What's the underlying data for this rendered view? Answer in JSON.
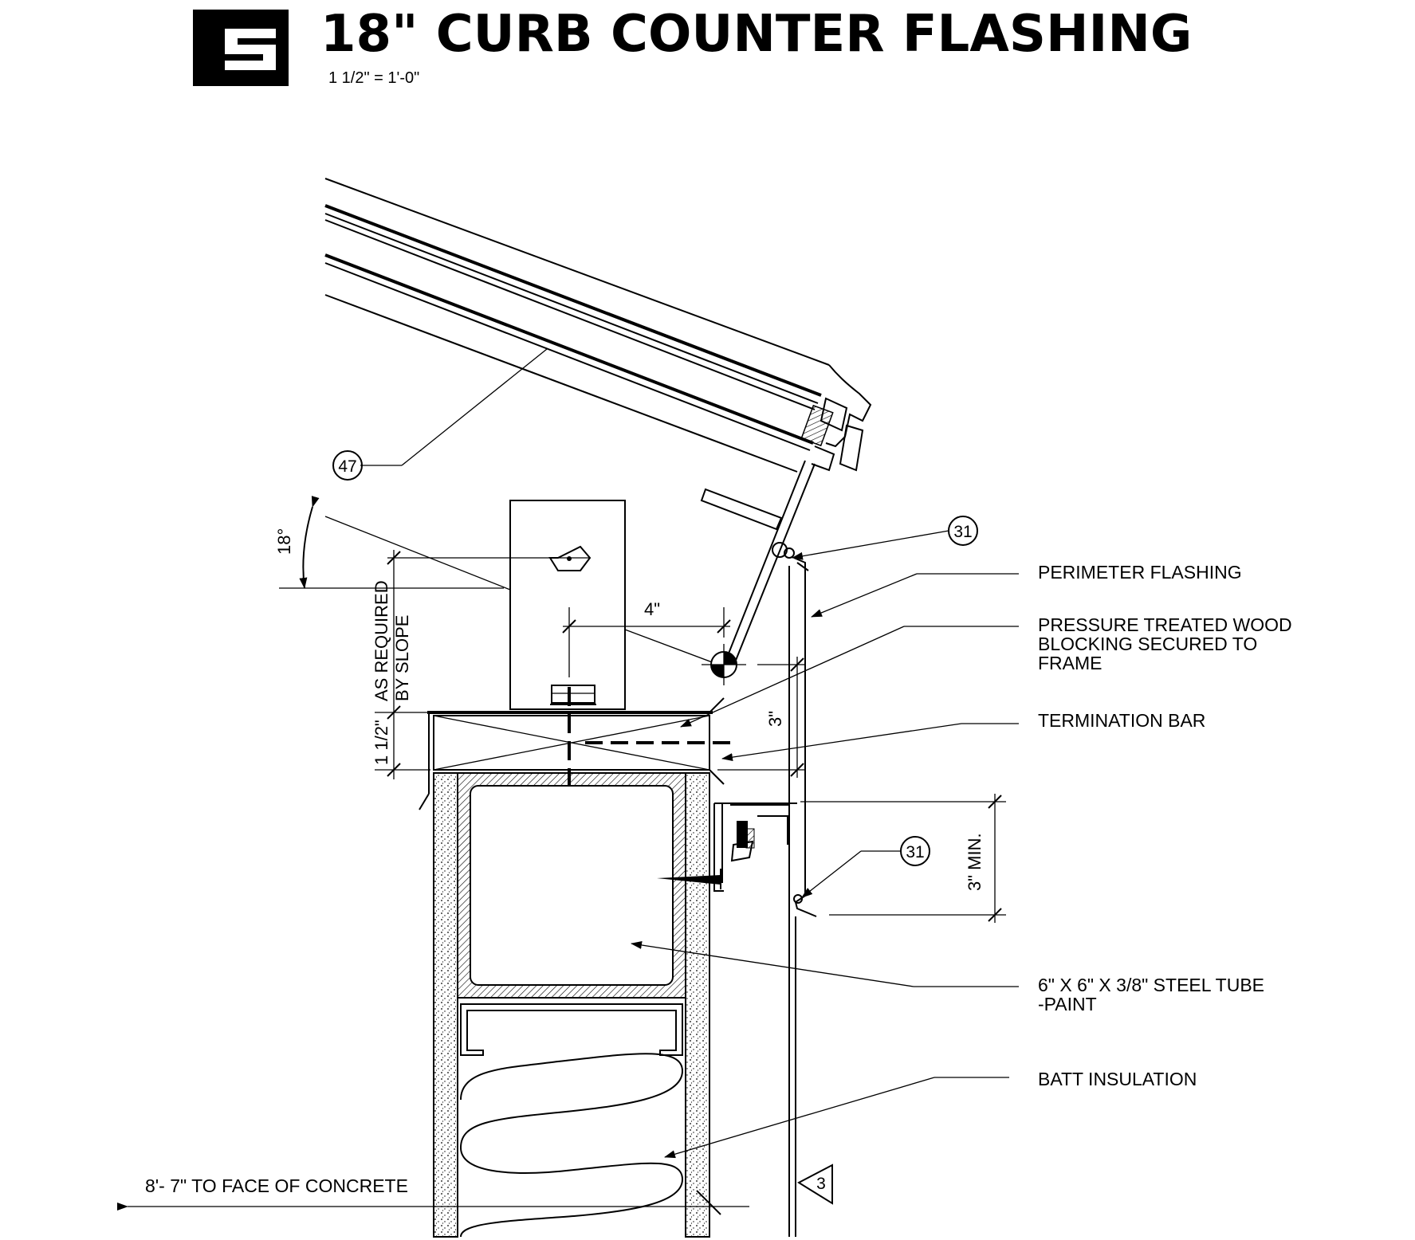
{
  "detail": {
    "number": "5",
    "title": "18\" CURB COUNTER FLASHING",
    "scale": "1 1/2\" = 1'-0\""
  },
  "callouts": {
    "perimeter_flashing": "PERIMETER FLASHING",
    "wood_blocking": [
      "PRESSURE TREATED WOOD",
      "BLOCKING SECURED TO",
      "FRAME"
    ],
    "termination_bar": "TERMINATION BAR",
    "steel_tube": [
      "6\" X 6\" X 3/8\" STEEL TUBE",
      "-PAINT"
    ],
    "batt_insulation": "BATT INSULATION",
    "face_of_concrete": "8'- 7\" TO FACE OF CONCRETE"
  },
  "dimensions": {
    "angle": "18°",
    "as_required": [
      "AS REQUIRED",
      "BY SLOPE"
    ],
    "one_half": "1 1/2\"",
    "four_in": "4\"",
    "three_in": "3\"",
    "three_min": "3\" MIN."
  },
  "tags": {
    "t47": "47",
    "t31a": "31",
    "t31b": "31",
    "t3": "3"
  }
}
